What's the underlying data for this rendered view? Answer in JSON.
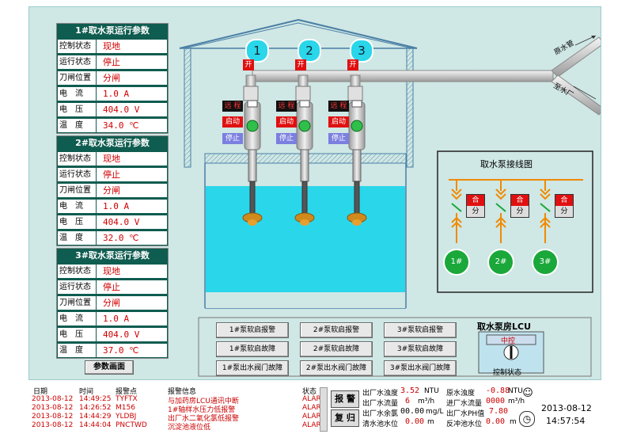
{
  "pump_panels": [
    {
      "title": "1#取水泵运行参数",
      "rows": [
        {
          "label": "控制状态",
          "value": "现地"
        },
        {
          "label": "运行状态",
          "value": "停止"
        },
        {
          "label": "刀闸位置",
          "value": "分闸"
        },
        {
          "label": "电　流",
          "value": "1.0  A"
        },
        {
          "label": "电　压",
          "value": "404.0  V"
        },
        {
          "label": "温　度",
          "value": "34.0  ℃"
        }
      ]
    },
    {
      "title": "2#取水泵运行参数",
      "rows": [
        {
          "label": "控制状态",
          "value": "现地"
        },
        {
          "label": "运行状态",
          "value": "停止"
        },
        {
          "label": "刀闸位置",
          "value": "分闸"
        },
        {
          "label": "电　流",
          "value": "1.0  A"
        },
        {
          "label": "电　压",
          "value": "404.0  V"
        },
        {
          "label": "温　度",
          "value": "32.0  ℃"
        }
      ]
    },
    {
      "title": "3#取水泵运行参数",
      "rows": [
        {
          "label": "控制状态",
          "value": "现地"
        },
        {
          "label": "运行状态",
          "value": "停止"
        },
        {
          "label": "刀闸位置",
          "value": "分闸"
        },
        {
          "label": "电　流",
          "value": "1.0  A"
        },
        {
          "label": "电　压",
          "value": "404.0  V"
        },
        {
          "label": "温　度",
          "value": "37.0  ℃"
        }
      ]
    }
  ],
  "param_screen_button": "参数画面",
  "pumps": [
    {
      "number": "1",
      "open_label": "开",
      "remote_label": "远 程",
      "start_label": "启动",
      "stop_label": "停止"
    },
    {
      "number": "2",
      "open_label": "开",
      "remote_label": "远 程",
      "start_label": "启动",
      "stop_label": "停止"
    },
    {
      "number": "3",
      "open_label": "开",
      "remote_label": "远 程",
      "start_label": "启动",
      "stop_label": "停止"
    }
  ],
  "pipe_labels": {
    "waste": "原水管",
    "to_plant": "至水厂"
  },
  "wiring": {
    "title": "取水泵接线图",
    "close_label": "合",
    "open_label": "分",
    "pumps": [
      "1#",
      "2#",
      "3#"
    ]
  },
  "alarm_buttons": [
    [
      "1#泵软启报警",
      "2#泵软启报警",
      "3#泵软启报警"
    ],
    [
      "1#泵软启故障",
      "2#泵软启故障",
      "3#泵软启故障"
    ],
    [
      "1#泵出水阀门故障",
      "2#泵出水阀门故障",
      "3#泵出水阀门故障"
    ]
  ],
  "lcu": {
    "title": "取水泵房LCU",
    "mode": "中控",
    "status_label": "控制状态"
  },
  "alarm_table": {
    "headers": [
      "日期",
      "时间",
      "报警点",
      "报警信息",
      "状态"
    ],
    "rows": [
      [
        "2013-08-12",
        "14:49:25",
        "TYFTX",
        "与加药房LCU通讯中断",
        "ALARM"
      ],
      [
        "2013-08-12",
        "14:26:52",
        "M156",
        "1#轴样水压力低报警",
        "ALARM"
      ],
      [
        "2013-08-12",
        "14:44:29",
        "YLDBJ",
        "出厂水二氧化氯低报警",
        "ALARM"
      ],
      [
        "2013-08-12",
        "14:44:04",
        "PNCTWD",
        "沉淀池液位低",
        "ALARM"
      ]
    ]
  },
  "alarm_ack": "报 警",
  "alarm_reset": "复 归",
  "measurements": [
    {
      "label": "出厂水浊度",
      "value": "3.52",
      "unit": "NTU"
    },
    {
      "label": "原水浊度",
      "value": "-0.88",
      "unit": "NTU"
    },
    {
      "label": "出厂水流量",
      "value": "6",
      "unit": "m³/h"
    },
    {
      "label": "进厂水流量",
      "value": "0000",
      "unit": "m³/h"
    },
    {
      "label": "出厂水余氯",
      "value": "00.00",
      "unit": "mg/L"
    },
    {
      "label": "出厂水PH值",
      "value": "7.80",
      "unit": ""
    },
    {
      "label": "清水池水位",
      "value": "0.00",
      "unit": "m"
    },
    {
      "label": "反冲池水位",
      "value": "0.00",
      "unit": "m"
    }
  ],
  "date": "2013-08-12",
  "time": "14:57:54",
  "colors": {
    "panel_header": "#0f5c50",
    "value_red": "#d00000",
    "water": "#2ad6ea",
    "pipe": "#d8d8d8"
  }
}
